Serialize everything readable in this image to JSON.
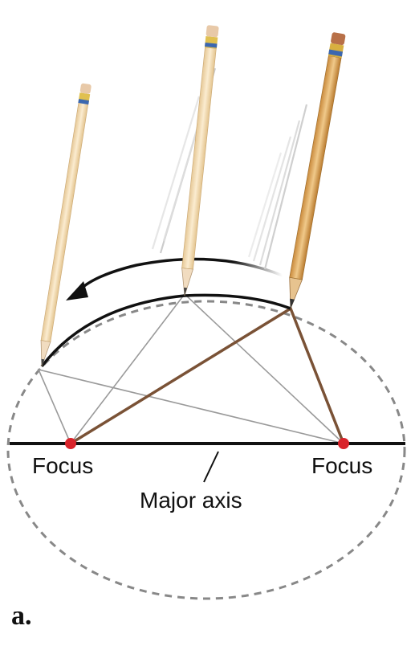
{
  "labels": {
    "focus_left": "Focus",
    "focus_right": "Focus",
    "major_axis": "Major axis",
    "panel": "a."
  },
  "colors": {
    "ellipse": "#888888",
    "axis": "#111111",
    "focus": "#d9232a",
    "string_active": "#7a5236",
    "string_ghost": "#9a9a9a",
    "arrow": "#111111",
    "pencil_body": "#f3d9ad",
    "pencil_body_active": "#d9a55b",
    "eraser": "#e8c9a8",
    "band": "#3b67b0"
  },
  "icons": {
    "pencil": "pencil-icon",
    "focus_point": "focus-dot-icon",
    "motion_arrow": "curved-arrow-icon"
  }
}
